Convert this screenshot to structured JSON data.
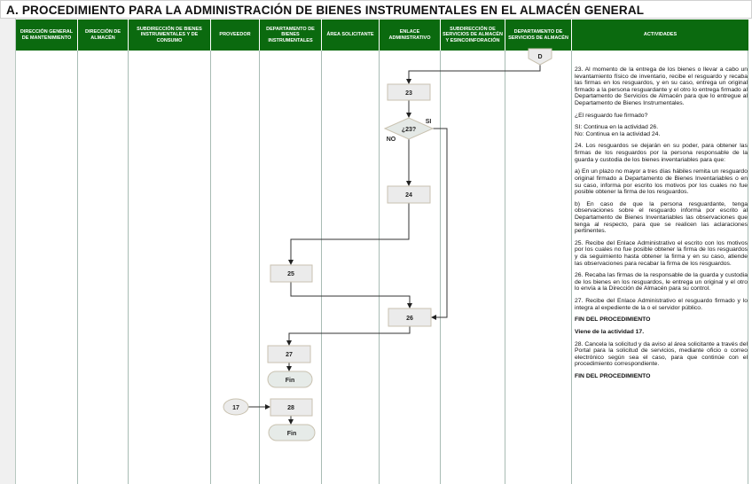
{
  "title": "A. PROCEDIMIENTO PARA LA  ADMINISTRACIÓN DE BIENES INSTRUMENTALES EN EL ALMACÉN GENERAL",
  "header": [
    "DIRECCIÓN GENERAL DE MANTENIMIENTO",
    "DIRECCIÓN DE ALMACÉN",
    "SUBDIRECCIÓN DE BIENES INSTRUMENTALES Y DE CONSUMO",
    "PROVEEDOR",
    "DEPARTAMENTO DE BIENES INSTRUMENTALES",
    "ÁREA SOLICITANTE",
    "ENLACE ADMINISTRATIVO",
    "SUBDIRECCIÓN DE SERVICIOS DE ALMACÉN Y ESINCOINFORACIÓN",
    "DEPARTAMENTO DE SERVICIOS DE ALMACÉN",
    "ACTIVIDADES"
  ],
  "nodes": {
    "connector_d": "D",
    "a23": "23",
    "decision": "¿23?",
    "si": "SI",
    "no": "NO",
    "a24": "24",
    "a25": "25",
    "a26": "26",
    "a27": "27",
    "fin1": "Fin",
    "connector_17": "17",
    "a28": "28",
    "fin2": "Fin"
  },
  "activities": [
    "23.        Al momento de la entrega de los bienes o llevar a cabo un levantamiento físico de inventario, recibe el resguardo y recaba las firmas en los resguardos, y en su caso, entrega un original firmado a la persona resguardante y el otro lo entrega firmado al Departamento de Servicios de Almacén para que lo entregue al Departamento de Bienes Instrumentales.",
    "¿El resguardo fue firmado?",
    "SI:  Continua en la actividad 26.",
    "No: Continua en la actividad 24.",
    "24. Los resguardos se dejarán en su poder, para obtener las firmas de los resguardos por la persona responsable de la guarda y custodia de los bienes inventariables para que:",
    "a) En un plazo no mayor a tres días hábiles remita un resguardo original firmado a Departamento de Bienes Inventariables o en su caso, informa por escrito los motivos por los cuales no fue posible obtener la firma de los resguardos.",
    "b) En caso de que la persona resguardante, tenga observaciones sobre el resguardo informa por escrito al Departamento de Bienes Inventariables las observaciones que tenga al respecto, para que se realicen las aclaraciones pertinentes.",
    "25. Recibe del Enlace Administrativo el escrito con los motivos por los cuales no fue posible obtener la firma de los resguardos y da seguimiento hasta obtener la firma y en su caso, atiende las observaciones para recabar la firma de los resguardos.",
    "26. Recaba las firmas de la responsable de la guarda y custodia de los bienes en los resguardos, le entrega un original y el otro lo envía a la Dirección de Almacén para su control.",
    "27.  Recibe del Enlace Administrativo el resguardo firmado y lo integra al expediente de la o el servidor público.",
    "FIN DEL PROCEDIMIENTO",
    "Viene de la actividad 17.",
    "28. Cancela la solicitud y da aviso al área solicitante a través del Portal para la solicitud de servicios, mediante oficio o correo electrónico según sea el caso, para que continúe con el procedimiento correspondiente.",
    "FIN DEL PROCEDIMIENTO"
  ],
  "colors": {
    "header_green": "#0b6a0f",
    "box_fill": "#ebebeb",
    "lane_line": "#a8bcb4"
  }
}
